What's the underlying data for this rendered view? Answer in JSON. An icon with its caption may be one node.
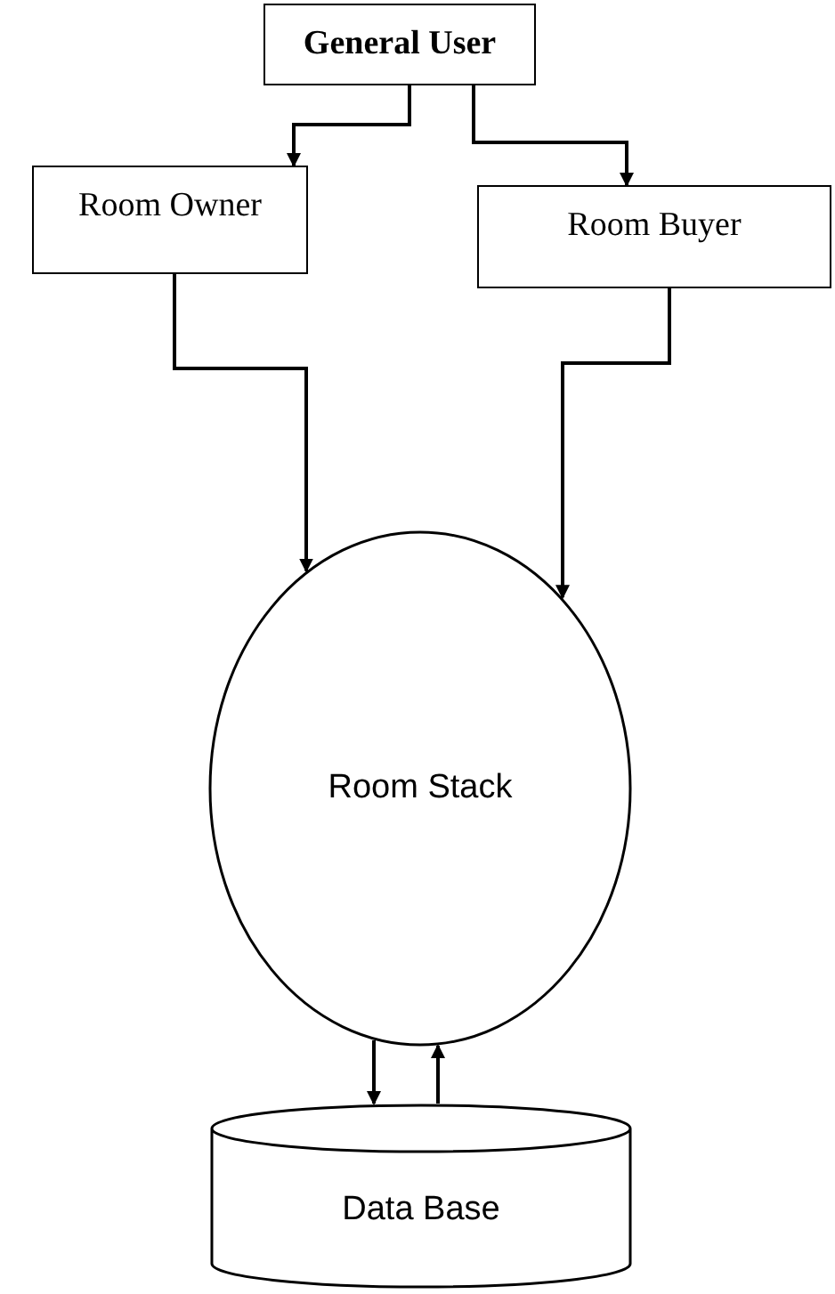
{
  "diagram": {
    "nodes": [
      {
        "text": [
          "General User"
        ]
      },
      {
        "text": [
          "Room Owner"
        ]
      },
      {
        "text": [
          "Room Buyer"
        ]
      },
      {
        "text": [
          "Room Stack"
        ]
      },
      {
        "text": [
          "Data Base"
        ]
      }
    ],
    "edges": [
      {
        "from": 0,
        "to": 1,
        "arrow": "to"
      },
      {
        "from": 0,
        "to": 2,
        "arrow": "to"
      },
      {
        "from": 1,
        "to": 3,
        "arrow": "to"
      },
      {
        "from": 2,
        "to": 3,
        "arrow": "to"
      },
      {
        "from": 3,
        "to": 4,
        "arrow": "to"
      },
      {
        "from": 4,
        "to": 3,
        "arrow": "to"
      }
    ]
  }
}
